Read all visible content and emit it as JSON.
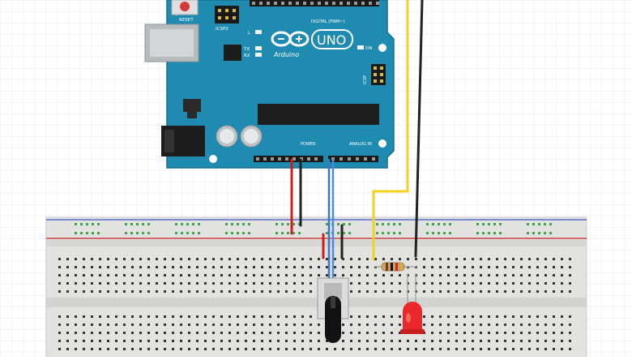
{
  "board": {
    "reset_label": "RESET",
    "icsp2_label": "ICSP2",
    "icsp_label": "ICSP",
    "led_l_label": "L",
    "tx_label": "TX",
    "rx_label": "RX",
    "on_label": "ON",
    "uno_label": "UNO",
    "arduino_label": "Arduino",
    "digital_label": "DIGITAL (PWM~)",
    "power_label": "POWER",
    "analog_label": "ANALOG IN",
    "color": "#1f8bb0",
    "color_dark": "#176f8f"
  },
  "wire_colors": {
    "red": "#cc1f1f",
    "black": "#222222",
    "yellow": "#f2d21c",
    "blue": "#3a78c8"
  },
  "breadboard": {
    "body_color": "#e2e2e0",
    "rail_red": "#d04040",
    "rail_blue": "#5a6fd0",
    "hole_green": "#3da64a",
    "hole_dark": "#333333"
  },
  "parts": {
    "led_color": "#e8282a",
    "resistor_color": "#c9a46a"
  }
}
